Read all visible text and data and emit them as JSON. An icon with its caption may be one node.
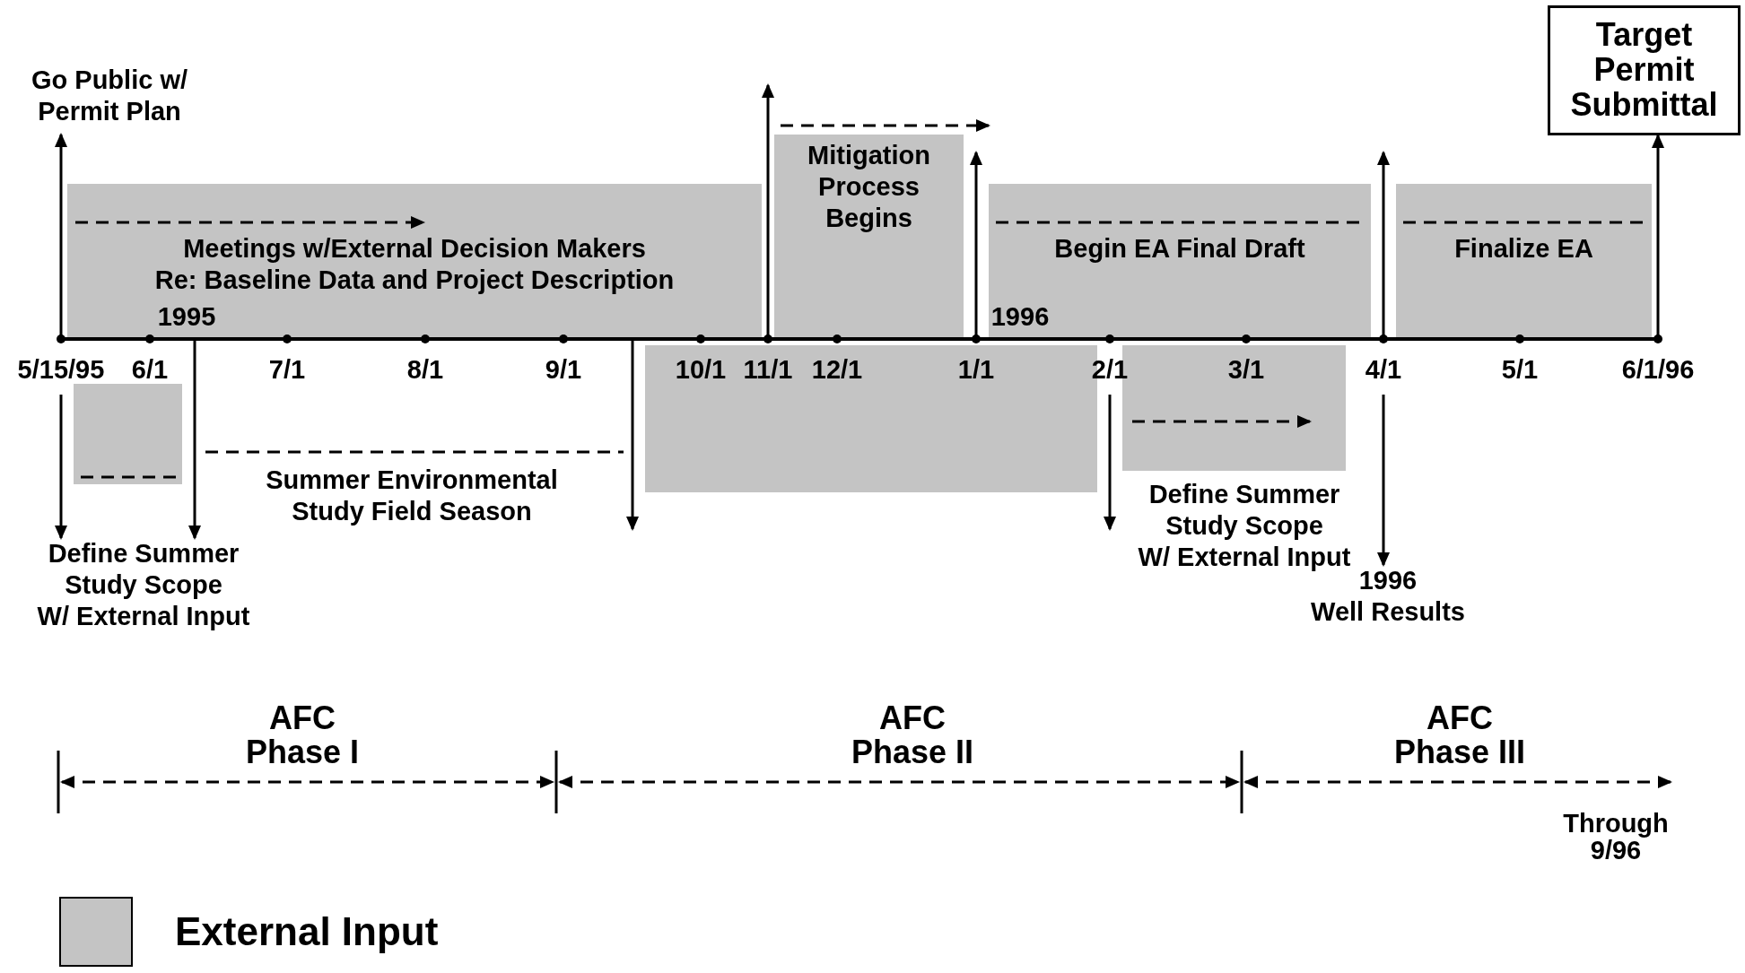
{
  "diagram": {
    "nodes": [
      {
        "text": [
          "Go Public w/ Permit Plan"
        ]
      },
      {
        "text": [
          "Target Permit Submittal"
        ]
      },
      {
        "text": [
          "Meetings w/External Decision Makers Re: Baseline Data and Project Description"
        ]
      },
      {
        "text": [
          "Mitigation Process Begins"
        ]
      },
      {
        "text": [
          "Begin EA Final Draft"
        ]
      },
      {
        "text": [
          "Finalize EA"
        ]
      },
      {
        "text": [],
        "shape": "bar"
      },
      {
        "text": [],
        "shape": "box"
      },
      {
        "text": [],
        "shape": "box"
      },
      {
        "text": [],
        "shape": "box"
      },
      {
        "text": [
          "Summer Environmental Study Field Season"
        ]
      },
      {
        "text": [
          "Define Summer Study Scope W/ External Input"
        ]
      },
      {
        "text": [
          "Define Summer Study Scope W/ External Input"
        ]
      },
      {
        "text": [
          "1996 Well Results"
        ]
      }
    ],
    "edges": [
      {
        "from": 6,
        "to": 0,
        "arrow": "to"
      },
      {
        "from": 7,
        "to": 11,
        "arrow": "to"
      },
      {
        "from": 6,
        "to": 11,
        "arrow": "to"
      },
      {
        "from": 6,
        "to": 8,
        "arrow": "to"
      },
      {
        "from": 6,
        "to": null,
        "arrow": "to"
      },
      {
        "from": 6,
        "to": 3,
        "arrow": "to"
      },
      {
        "from": 9,
        "to": 12,
        "arrow": "to"
      },
      {
        "from": 6,
        "to": 5,
        "arrow": "to"
      },
      {
        "from": null,
        "to": 13,
        "arrow": "to"
      },
      {
        "from": 6,
        "to": 1,
        "arrow": "to"
      }
    ],
    "labels": [
      "1995",
      "1996",
      "5/15/95",
      "6/1",
      "7/1",
      "8/1",
      "9/1",
      "10/1",
      "11/1",
      "12/1",
      "1/1",
      "2/1",
      "3/1",
      "4/1",
      "5/1",
      "6/1/96",
      "AFC Phase I",
      "AFC Phase II",
      "AFC Phase III",
      "Through 9/96"
    ],
    "legend": [
      {
        "text": "External Input",
        "color": "#c4c4c4"
      }
    ]
  }
}
